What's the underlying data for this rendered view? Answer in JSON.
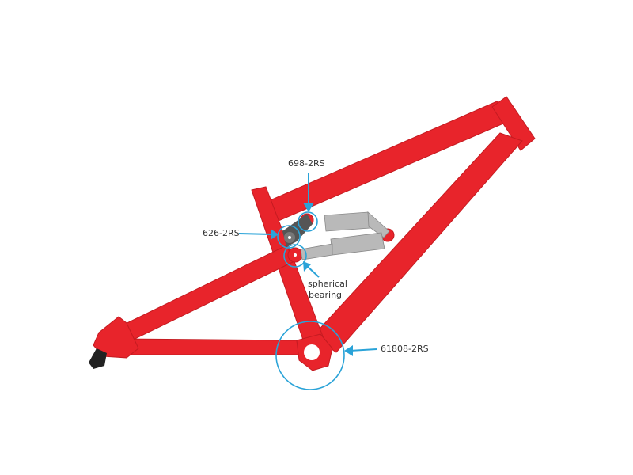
{
  "colors": {
    "frame": "#e8242b",
    "frame_dark": "#c41b21",
    "callout": "#2aa3d8",
    "shock": "#b9b9b9",
    "link": "#555555"
  },
  "labels": {
    "upper_link": "698-2RS",
    "link_pivot": "626-2RS",
    "shock_mount_line1": "spherical",
    "shock_mount_line2": "bearing",
    "bottom_bracket": "61808-2RS"
  }
}
